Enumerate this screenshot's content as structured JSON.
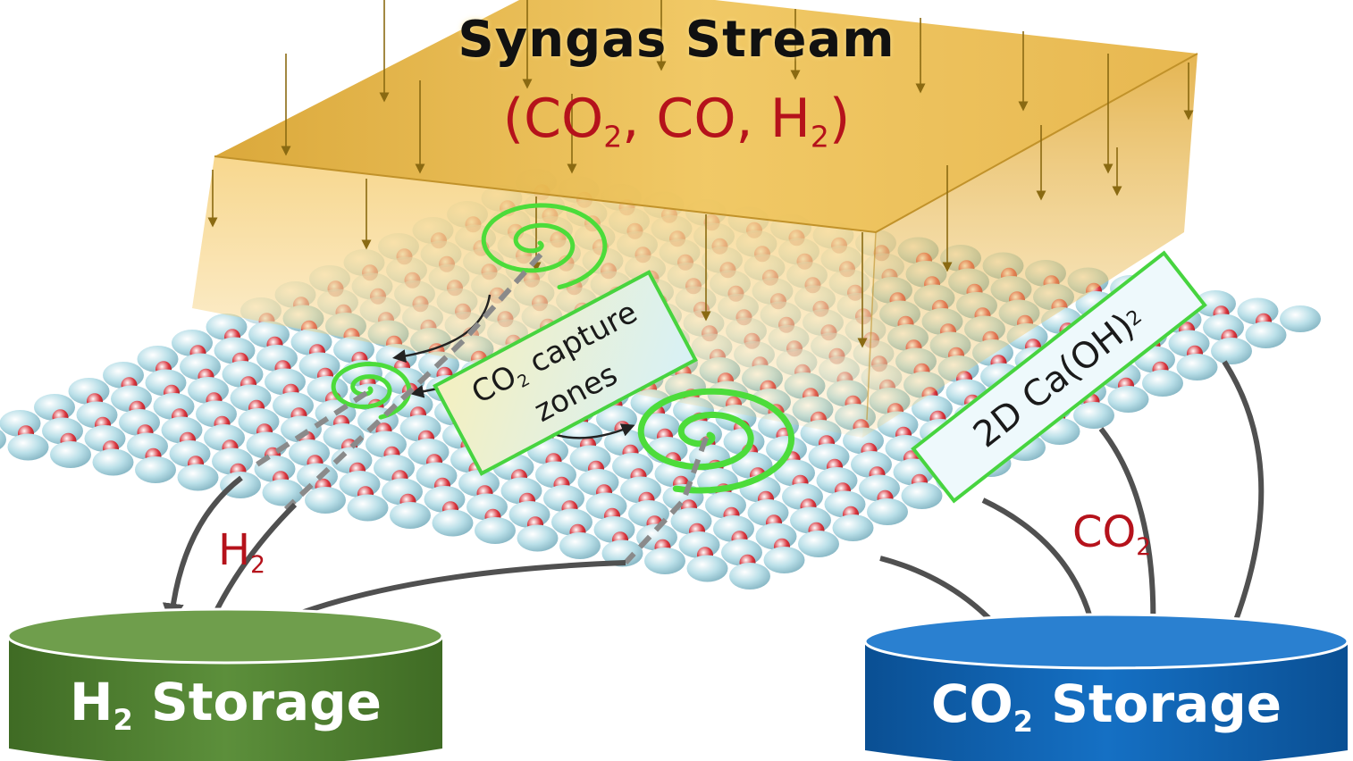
{
  "title": {
    "line1": "Syngas Stream",
    "line2_parts": [
      "(CO",
      "2",
      ", CO, H",
      "2",
      ")"
    ]
  },
  "capture_box": {
    "line1_parts": [
      "CO",
      "2",
      " capture"
    ],
    "line2": "zones"
  },
  "material_box": {
    "parts": [
      "2D Ca(OH)",
      "2"
    ]
  },
  "h2_label": {
    "parts": [
      "H",
      "2"
    ]
  },
  "co2_label": {
    "parts": [
      "CO",
      "2"
    ]
  },
  "h2_storage": {
    "parts": [
      "H",
      "2",
      " Storage"
    ]
  },
  "co2_storage": {
    "parts": [
      "CO",
      "2",
      " Storage"
    ]
  },
  "colors": {
    "syngas_slab": "#f2c45a",
    "calcium_atom": "#b9dfe8",
    "oxygen_atom": "#d9363e",
    "capture_spiral": "#4cdc3a",
    "h2_tank": "#4e7d31",
    "co2_tank": "#0f64b3",
    "flow_arrow": "#555555",
    "gas_text": "#b5121b"
  }
}
